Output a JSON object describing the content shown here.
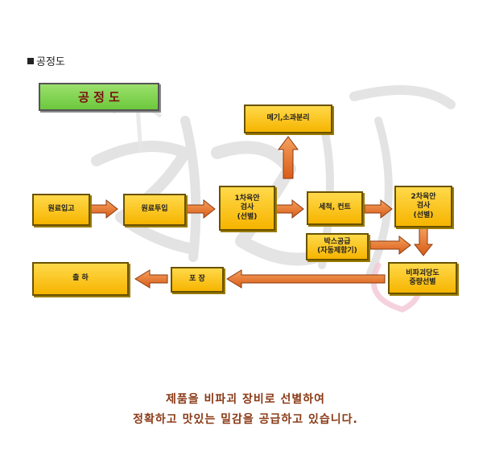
{
  "section": {
    "label": "공정도"
  },
  "diagram": {
    "title": "공 정 도",
    "nodes": {
      "raw_receiving": {
        "label": "원료입고"
      },
      "raw_input": {
        "label": "원료투입"
      },
      "inspection1": {
        "lines": [
          "1차육안",
          "검사",
          "(선별)"
        ]
      },
      "foreign_removal": {
        "label": "메기,소과분리"
      },
      "wash_cut": {
        "label": "세척, 컨트"
      },
      "inspection2": {
        "lines": [
          "2차육안",
          "검사",
          "(선별)"
        ]
      },
      "box_supply": {
        "lines": [
          "박스공급",
          "(자동제함기)"
        ]
      },
      "sugar_weight": {
        "lines": [
          "비파괴당도",
          "중량선별"
        ]
      },
      "packaging": {
        "label": "포 장"
      },
      "shipping": {
        "label": "출 하"
      }
    }
  },
  "caption": {
    "line1": "제품을 비파괴  장비로 선별하여",
    "line2": "정확하고 맛있는 밀감을 공급하고 있습니다."
  },
  "colors": {
    "box_fill": "#f6b400",
    "title_fill": "#6cc83c",
    "arrow_fill": "#e8722a",
    "caption_text": "#8a3a16"
  }
}
